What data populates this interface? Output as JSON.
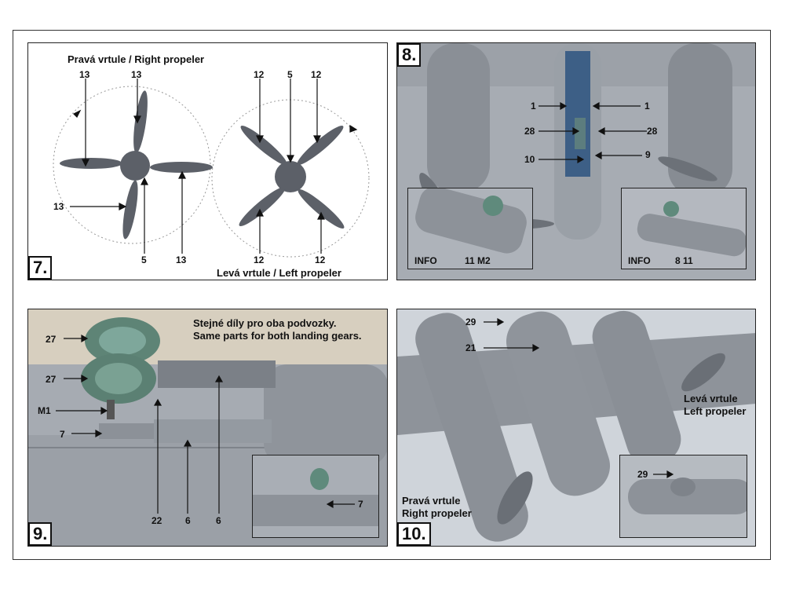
{
  "panel7": {
    "step": "7.",
    "right_title": "Pravá vrtule / Right propeler",
    "left_title": "Levá vrtule / Left propeler",
    "labels": [
      "13",
      "13",
      "13",
      "5",
      "13",
      "12",
      "5",
      "12",
      "12",
      "12"
    ]
  },
  "panel8": {
    "step": "8.",
    "labels": [
      "1",
      "1",
      "28",
      "28",
      "10",
      "9"
    ],
    "info_left": "INFO",
    "info_left_parts": "11 M2",
    "info_right": "INFO",
    "info_right_parts": "8 11"
  },
  "panel9": {
    "step": "9.",
    "note_cz": "Stejné díly pro oba podvozky.",
    "note_en": "Same parts for both landing gears.",
    "labels": [
      "27",
      "27",
      "M1",
      "7",
      "22",
      "6",
      "6",
      "7"
    ]
  },
  "panel10": {
    "step": "10.",
    "labels": [
      "29",
      "21",
      "29"
    ],
    "left_prop": "Levá vrtule",
    "left_prop_en": "Left propeler",
    "right_prop": "Pravá vrtule",
    "right_prop_en": "Right propeler"
  }
}
